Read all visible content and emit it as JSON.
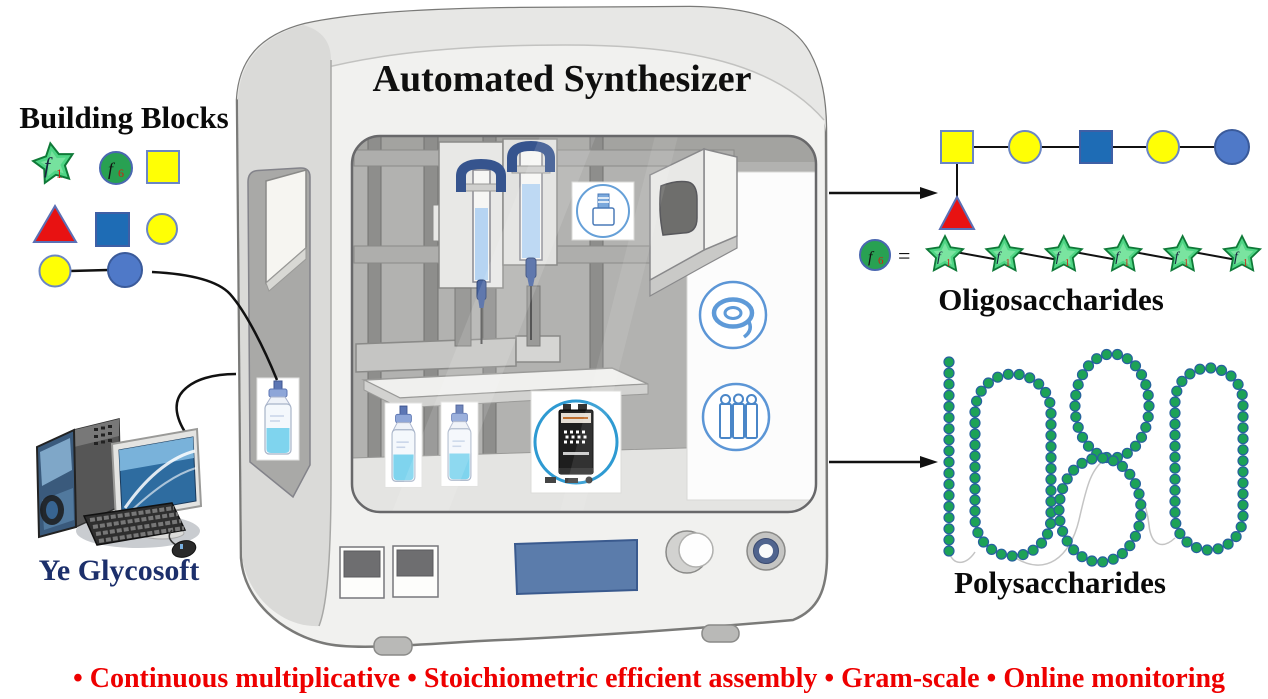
{
  "machine": {
    "title": "Automated Synthesizer"
  },
  "building_blocks": {
    "title": "Building Blocks",
    "star_label_f": "f",
    "star_label_sub": "1",
    "circle_label_f": "f",
    "circle_label_sub": "6"
  },
  "computer": {
    "label": "Ye Glycosoft"
  },
  "oligosaccharides": {
    "title": "Oligosaccharides",
    "equals": "=",
    "f6_f": "f",
    "f6_sub": "6",
    "star_f": "f",
    "star_sub": "1",
    "star_count": 6
  },
  "polysaccharides": {
    "title": "Polysaccharides",
    "figure": "1080"
  },
  "footer": {
    "text": "• Continuous multiplicative • Stoichiometric efficient assembly • Gram-scale • Online monitoring"
  },
  "colors": {
    "footer_red": "#ee0000",
    "brand_navy": "#1c2f6b",
    "bead_green": "#1da257",
    "bead_stroke": "#26619e",
    "star_green": "#4ed584",
    "star_stroke": "#0f7a38",
    "star_inner": "#9ef0b8",
    "yellow": "#ffff05",
    "blue_square": "#1e6cb5",
    "royal_blue": "#4f79c8",
    "red": "#e81212",
    "symbol_stroke": "#6b86c4",
    "green_circle": "#28a152"
  }
}
